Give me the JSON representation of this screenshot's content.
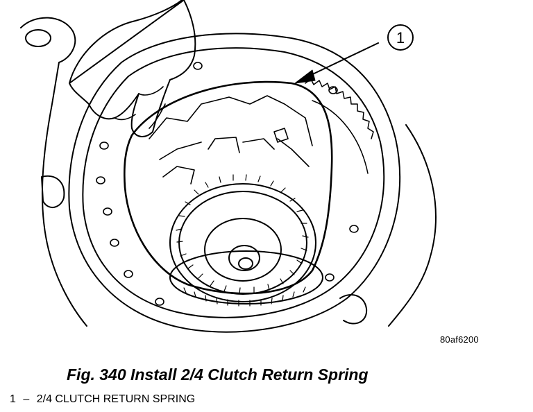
{
  "figure": {
    "callout_number": "1",
    "code": "80af6200"
  },
  "caption": "Fig. 340 Install 2/4 Clutch Return Spring",
  "legend": {
    "number": "1",
    "dash": "–",
    "text": "2/4 CLUTCH RETURN SPRING"
  },
  "colors": {
    "ink": "#000000",
    "paper": "#ffffff"
  }
}
